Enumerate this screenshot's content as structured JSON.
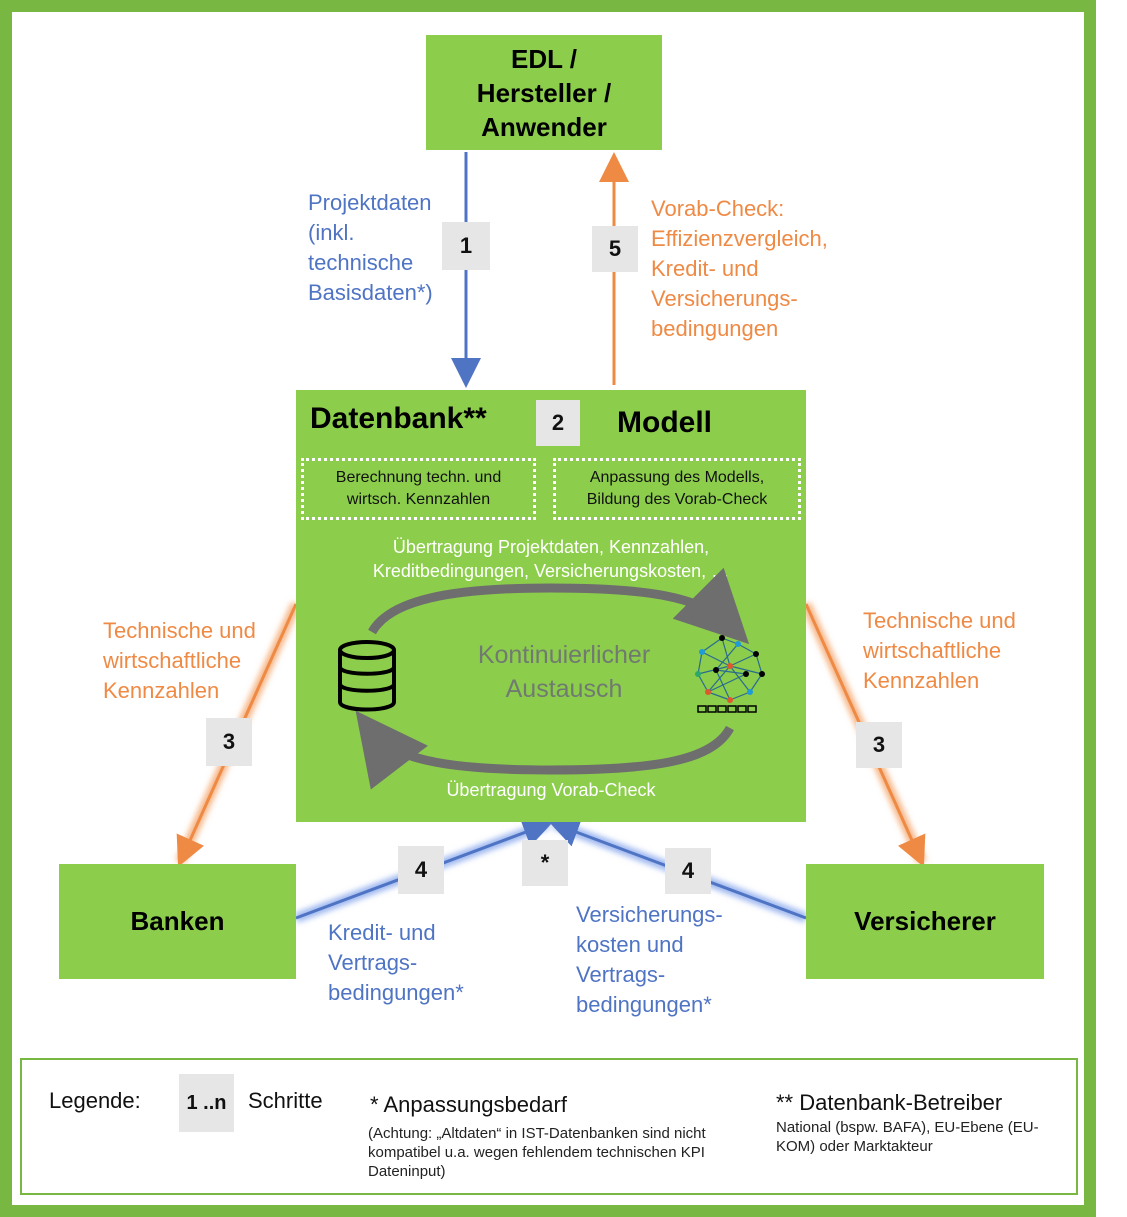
{
  "nodes": {
    "top": "EDL /\nHersteller /\nAnwender",
    "banks": "Banken",
    "insurer": "Versicherer",
    "db_title": "Datenbank**",
    "model_title": "Modell",
    "db_sub": "Berechnung techn. und\nwirtsch. Kennzahlen",
    "model_sub": "Anpassung des Modells,\nBildung des Vorab-Check",
    "transfer_top": "Übertragung Projektdaten, Kennzahlen,\nKreditbedingungen, Versicherungskosten, …",
    "exchange": "Kontinuierlicher\nAustausch",
    "transfer_bottom": "Übertragung Vorab-Check"
  },
  "steps": {
    "s1": "1",
    "s2": "2",
    "s3_left": "3",
    "s3_right": "3",
    "s4_left": "4",
    "s4_right": "4",
    "s5": "5",
    "star": "*"
  },
  "labels": {
    "projektdaten": "Projektdaten\n(inkl.\ntechnische\nBasisdaten*)",
    "vorab_check": "Vorab-Check:\nEffizienzvergleich,\nKredit- und\nVersicherungs-\nbedingungen",
    "tech_left": "Technische und\nwirtschaftliche\nKennzahlen",
    "tech_right": "Technische und\nwirtschaftliche\nKennzahlen",
    "kredit": "Kredit- und\nVertrags-\nbedingungen*",
    "versicherung": "Versicherungs-\nkosten und\nVertrags-\nbedingungen*"
  },
  "legend": {
    "title": "Legende:",
    "step_example": "1 ..n",
    "steps_label": "Schritte",
    "star_title": "* Anpassungsbedarf",
    "star_note": "(Achtung:  „Altdaten“ in IST-Datenbanken sind nicht\nkompatibel u.a. wegen fehlendem technischen KPI\nDateninput)",
    "dstar_title": "** Datenbank-Betreiber",
    "dstar_note": "National (bspw. BAFA), EU-Ebene (EU-\nKOM) oder Marktakteur"
  },
  "colors": {
    "green": "#8cce4c",
    "frame": "#78b842",
    "blue_arrow": "#4f74c4",
    "orange_arrow": "#ef8a45"
  },
  "icons": [
    "database-icon",
    "neural-network-icon",
    "cycle-arrows-icon"
  ]
}
